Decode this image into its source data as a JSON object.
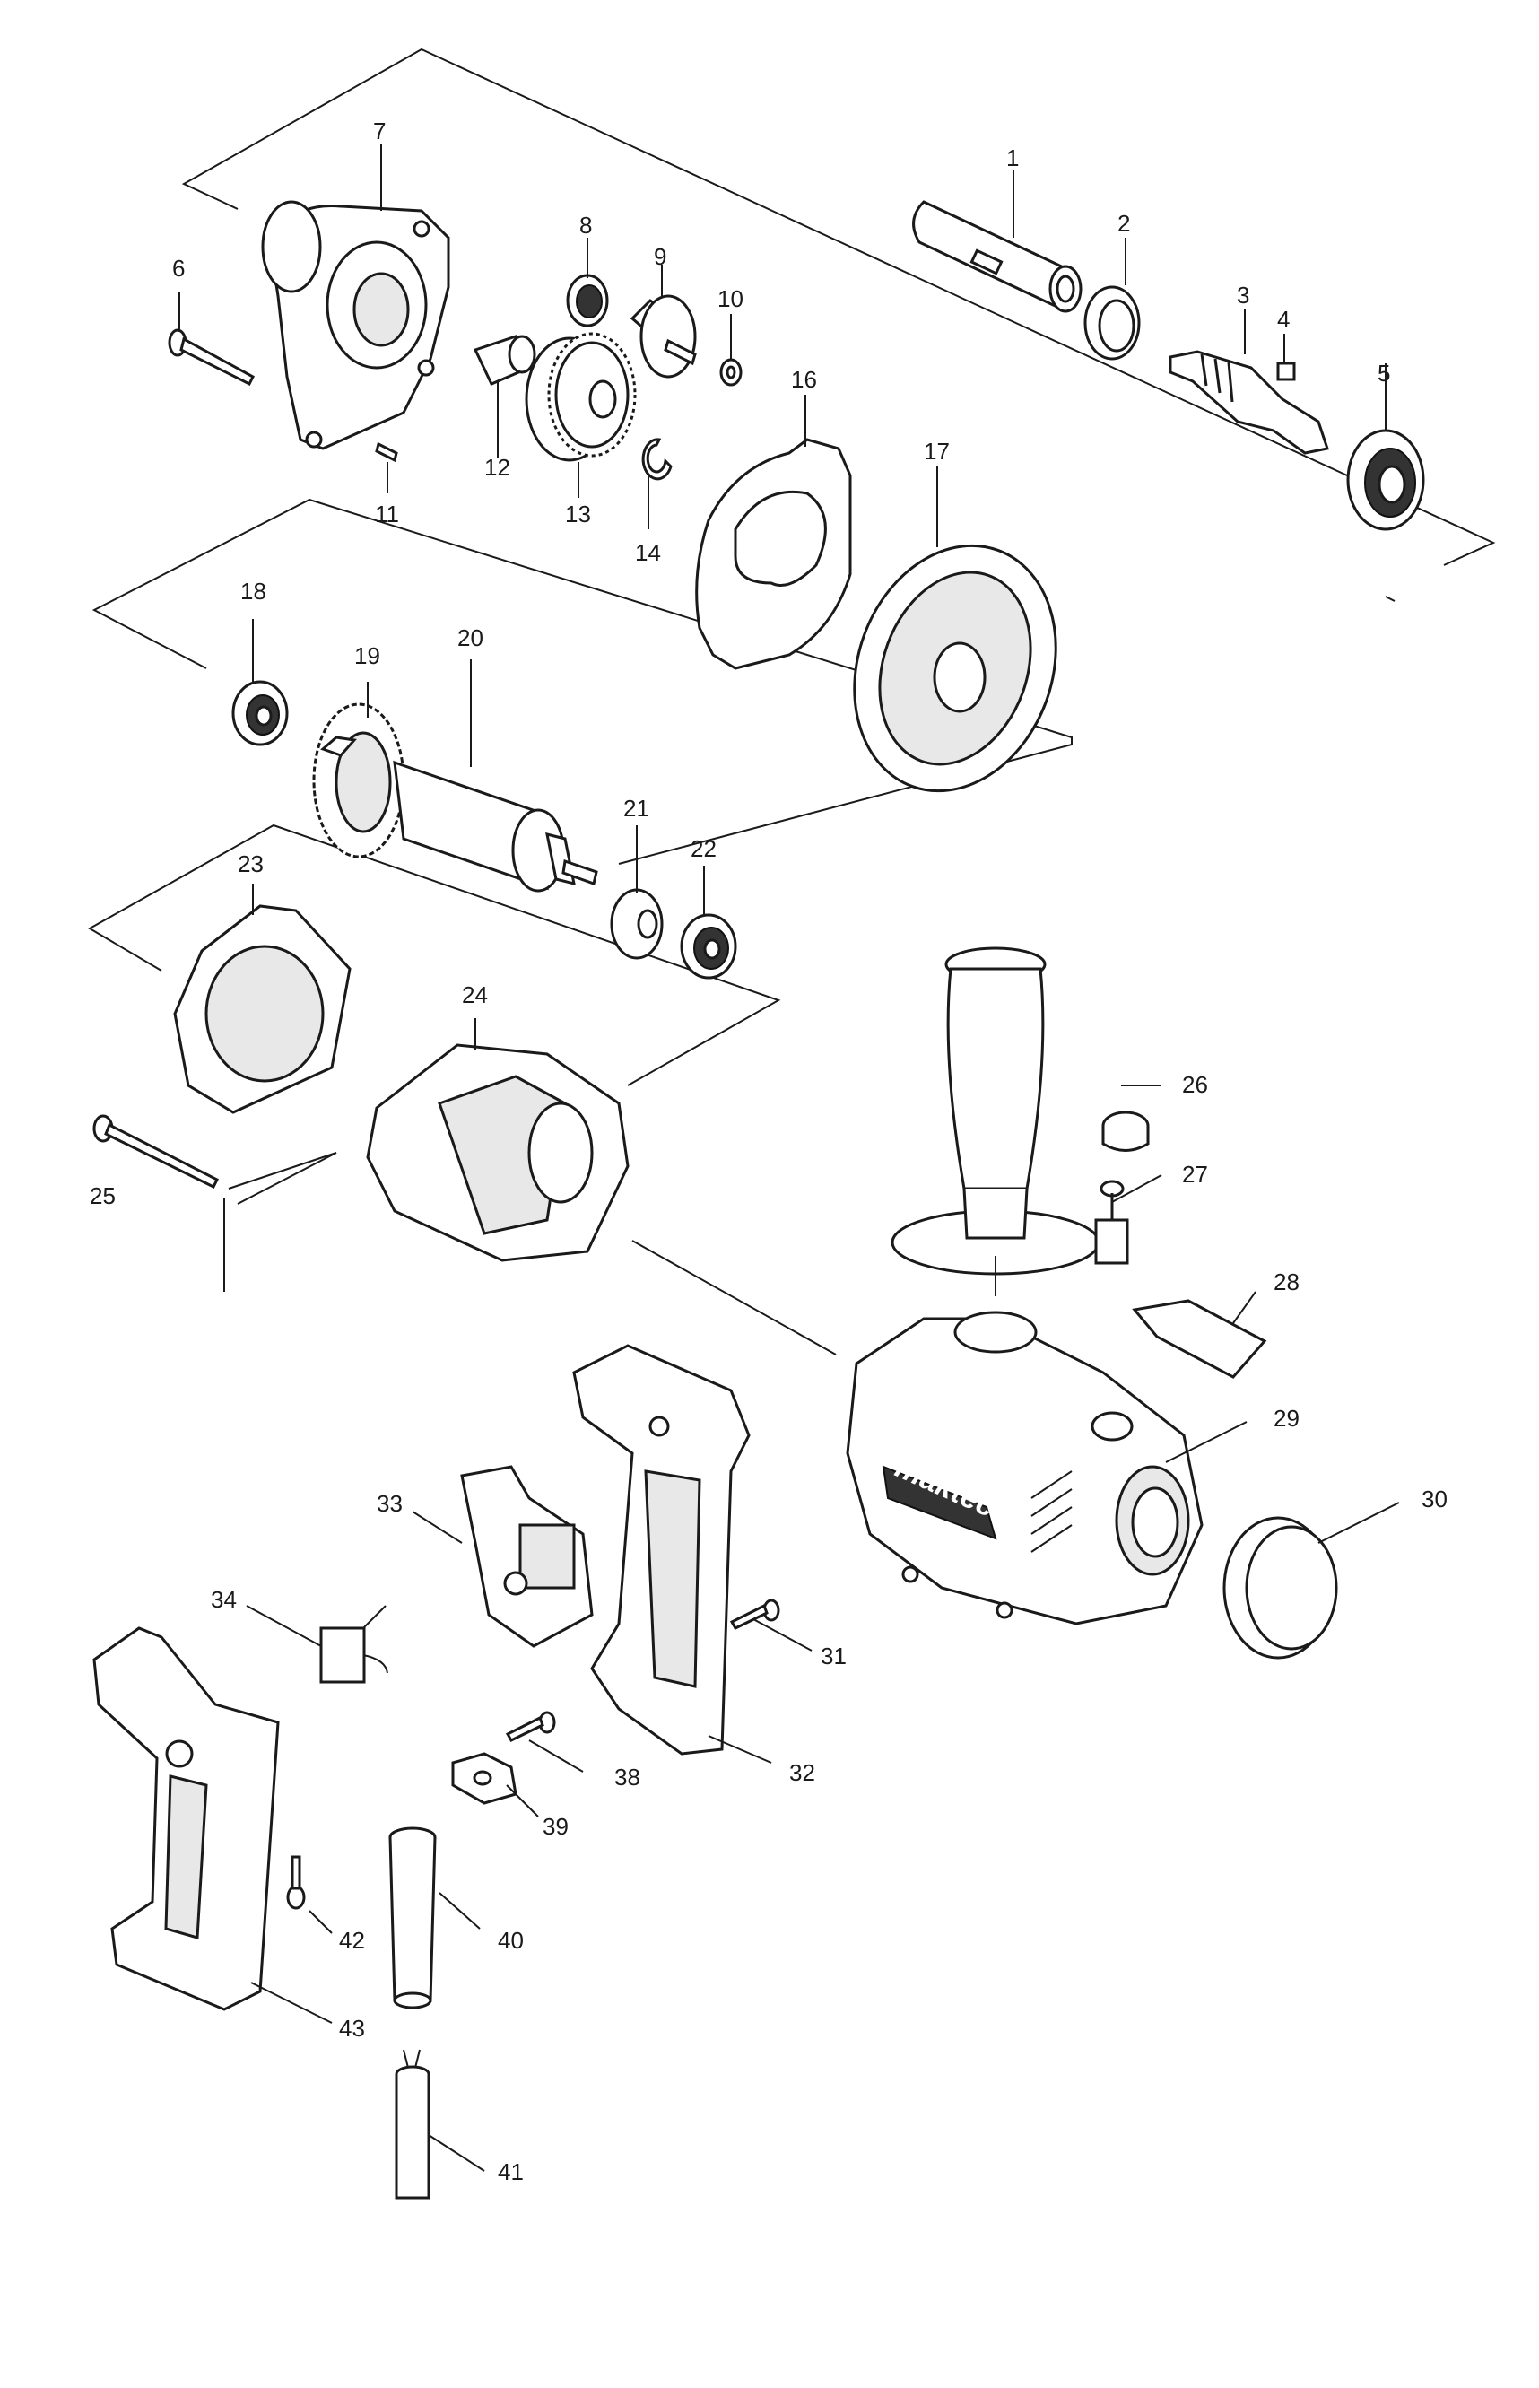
{
  "brand_text": "maktec",
  "callouts": [
    "1",
    "2",
    "3",
    "4",
    "5",
    "6",
    "7",
    "8",
    "9",
    "10",
    "11",
    "12",
    "13",
    "14",
    "16",
    "17",
    "18",
    "19",
    "20",
    "21",
    "22",
    "23",
    "24",
    "25",
    "26",
    "27",
    "28",
    "29",
    "30",
    "31",
    "32",
    "33",
    "34",
    "38",
    "39",
    "40",
    "41",
    "42",
    "43"
  ]
}
